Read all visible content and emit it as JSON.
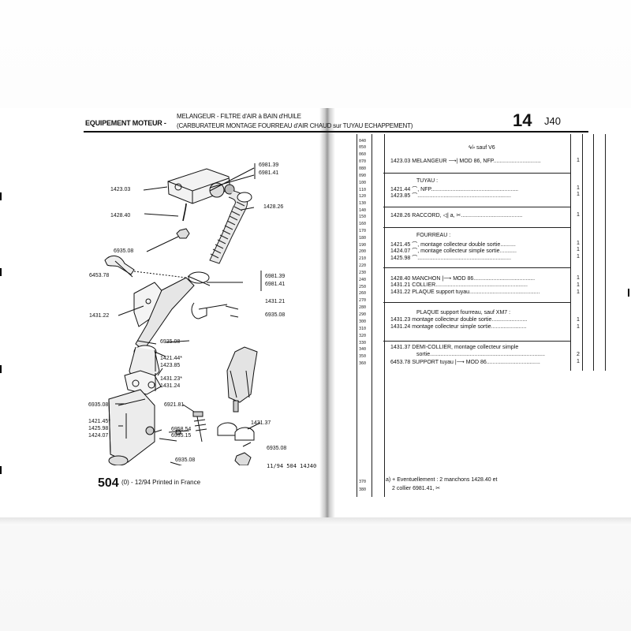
{
  "header": {
    "section": "EQUIPEMENT MOTEUR -",
    "subtitle_line1": "MELANGEUR - FILTRE d'AIR à BAIN d'HUILE",
    "subtitle_line2": "(CARBURATEUR MONTAGE FOURREAU d'AIR CHAUD sur TUYAU ECHAPPEMENT)",
    "group_number": "14",
    "group_code": "J40"
  },
  "footer": {
    "page": "504",
    "page_suffix": "(0) - 12/94 Printed in France",
    "ref": "11/94 504 14J40"
  },
  "diagram_labels": [
    "6981.39",
    "6981.41",
    "1423.03",
    "1428.40",
    "1428.26",
    "6935.08",
    "6453.78",
    "6981.39",
    "6981.41",
    "1431.21",
    "1431.22",
    "6935.08",
    "6935.08",
    "1421.44*",
    "1423.85",
    "1431.23*",
    "1431.24",
    "6921.81",
    "6935.08",
    "1421.45*",
    "1425.98",
    "1424.07",
    "6958.54",
    "6935.15",
    "1431.37",
    "6935.08",
    "6935.08"
  ],
  "row_numbers": [
    "040",
    "050",
    "060",
    "070",
    "080",
    "090",
    "100",
    "110",
    "120",
    "130",
    "140",
    "150",
    "160",
    "170",
    "180",
    "190",
    "200",
    "210",
    "220",
    "230",
    "240",
    "250",
    "260",
    "270",
    "280",
    "290",
    "300",
    "310",
    "320",
    "330",
    "340",
    "350",
    "360",
    "370",
    "380"
  ],
  "parts": {
    "applicability": "sauf V6",
    "r070_ref": "1423.03",
    "r070_text": "MELANGEUR",
    "r070_tail": "MOD 86, NFP.",
    "r070_qty": "1",
    "tuyau_title": "TUYAU :",
    "r110_ref": "1421.44",
    "r110_text": ", NFP.",
    "r110_qty": "1",
    "r120_ref": "1423.85",
    "r120_qty": "1",
    "r150_ref": "1428.26",
    "r150_text": "RACCORD,",
    "r150_tail": "a,",
    "r150_qty": "1",
    "fourreau_title": "FOURREAU :",
    "r190_ref": "1421.45",
    "r190_text": ", montage collecteur double sortie.",
    "r190_qty": "1",
    "r200_ref": "1424.07",
    "r200_text": ", montage collecteur simple sortie.",
    "r200_qty": "1",
    "r210_ref": "1425.98",
    "r210_qty": "1",
    "r240_ref": "1428.40",
    "r240_text": "MANCHON",
    "r240_tail": "MOD 86.",
    "r240_qty": "1",
    "r250_ref": "1431.21",
    "r250_text": "COLLIER.",
    "r250_qty": "1",
    "r260_ref": "1431.22",
    "r260_text": "PLAQUE support tuyau.",
    "r260_qty": "1",
    "plaque_title": "PLAQUE support fourreau, sauf XM7 :",
    "r300_ref": "1431.23",
    "r300_text": "montage collecteur double sortie.",
    "r300_qty": "1",
    "r310_ref": "1431.24",
    "r310_text": "montage collecteur simple sortie.",
    "r310_qty": "1",
    "r340_ref": "1431.37",
    "r340_text": "DEMI-COLLIER, montage collecteur simple",
    "r350_text": "sortie.",
    "r350_qty": "2",
    "r360_ref": "6453.78",
    "r360_text": "SUPPORT tuyau",
    "r360_tail": "MOD 86.",
    "r360_qty": "1",
    "note_line1": "a)  +  Eventuellement : 2 manchons 1428.40 et",
    "note_line2": "2 collier 6981.41,"
  },
  "icons": [
    "hose-symbol-icon",
    "model-arrow-icon",
    "cut-symbol-icon",
    "scissors-icon",
    "cross-icon"
  ]
}
